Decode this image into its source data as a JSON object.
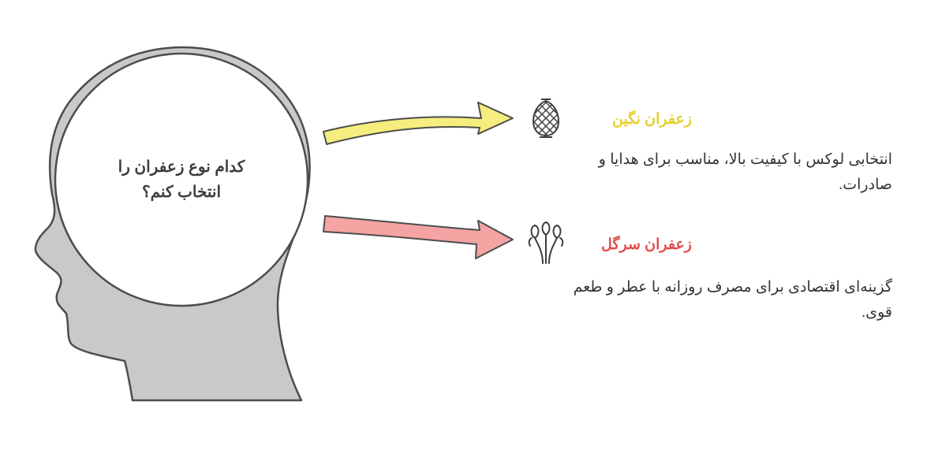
{
  "question": {
    "line1": "کدام نوع زعفران را",
    "line2": "انتخاب کنم؟"
  },
  "options": [
    {
      "title": "زعفران نگین",
      "description": "انتخابی لوکس با کیفیت بالا، مناسب برای هدایا و صادرات.",
      "accent_color": "#e6cf2e",
      "arrow_color": "#f5ee7e",
      "icon": "saffron-bulb-icon"
    },
    {
      "title": "زعفران سرگل",
      "description": "گزینه‌ای اقتصادی برای مصرف روزانه با عطر و طعم قوی.",
      "accent_color": "#e34d4d",
      "arrow_color": "#f5a3a3",
      "icon": "saffron-threads-icon"
    }
  ]
}
